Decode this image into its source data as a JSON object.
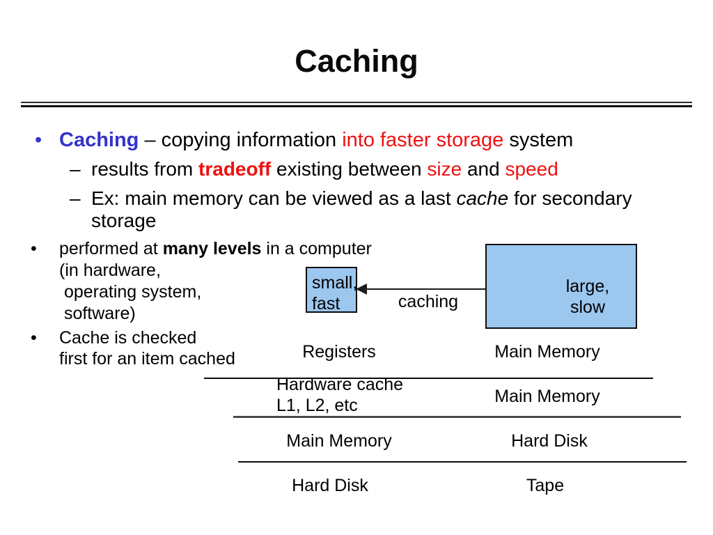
{
  "slide": {
    "title": "Caching",
    "colors": {
      "accent_blue": "#3333cc",
      "accent_red": "#ee1111",
      "box_fill": "#9cc7ef"
    },
    "bullets": {
      "b1": {
        "marker": "•",
        "term": "Caching",
        "t1": " – copying information ",
        "r1": "into faster storage",
        "t2": " system"
      },
      "b1s1": {
        "marker": "–",
        "t1": "results from ",
        "r1": "tradeoff",
        "t2": " existing between ",
        "r2": "size",
        "t3": " and ",
        "r3": "speed"
      },
      "b1s2": {
        "marker": "–",
        "t1": "Ex: main memory can be viewed as a last ",
        "i1": "cache",
        "t2": " for secondary",
        "line2": "storage"
      },
      "b2": {
        "marker": "•",
        "t1": "performed at ",
        "b1": "many levels",
        "t2": " in a computer",
        "line2": "(in hardware,",
        "line3": " operating system,",
        "line4": " software)"
      },
      "b3": {
        "marker": "•",
        "line1": "Cache is checked",
        "line2": "first for an item cached"
      }
    },
    "diagram": {
      "small_box": {
        "line1": "small,",
        "line2": "fast"
      },
      "large_box": {
        "line1": "large,",
        "line2": "slow"
      },
      "arrow_label": "caching"
    },
    "hierarchy": {
      "rows": [
        {
          "left": "Registers",
          "right": "Main Memory"
        },
        {
          "left": "Hardware cache",
          "left_line2": "L1, L2, etc",
          "right": "Main Memory"
        },
        {
          "left": "Main Memory",
          "right": "Hard Disk"
        },
        {
          "left": "Hard Disk",
          "right": "Tape"
        }
      ]
    }
  }
}
